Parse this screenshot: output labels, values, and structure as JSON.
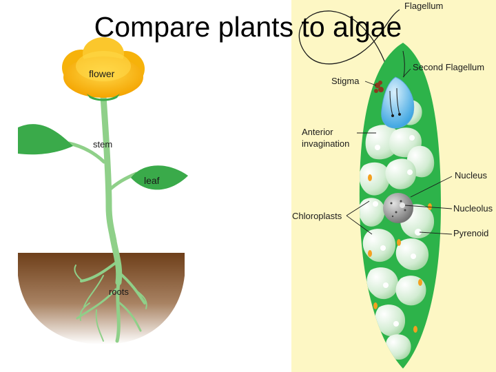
{
  "slide": {
    "title": "Compare plants to algae"
  },
  "plant": {
    "labels": {
      "flower": "flower",
      "stem": "stem",
      "leaf": "leaf",
      "roots": "roots"
    }
  },
  "euglena": {
    "labels": {
      "flagellum": "Flagellum",
      "second_flagellum": "Second Flagellum",
      "stigma": "Stigma",
      "anterior_invagination_line1": "Anterior",
      "anterior_invagination_line2": "invagination",
      "nucleus": "Nucleus",
      "nucleolus": "Nucleolus",
      "chloroplasts": "Chloroplasts",
      "pyrenoid": "Pyrenoid"
    }
  },
  "colors": {
    "flower": "#fcc11a",
    "leaf": "#3aaa4a",
    "stem": "#8fd089",
    "soil": "#7a4a22",
    "euglena_background": "#fdf7c4",
    "euglena_body": "#2db34a",
    "vacuole": "#67b9ea"
  }
}
